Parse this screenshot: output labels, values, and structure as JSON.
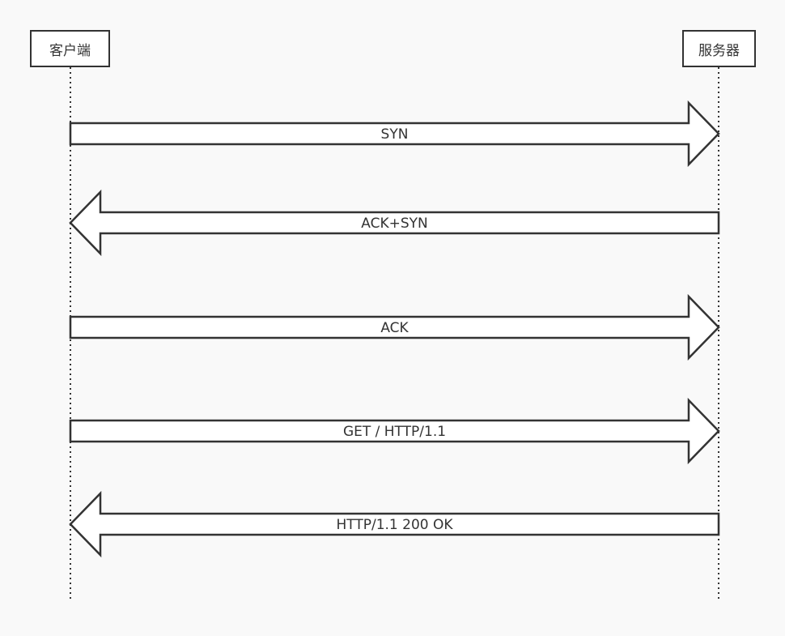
{
  "participants": {
    "client": "客户端",
    "server": "服务器"
  },
  "messages": [
    {
      "label": "SYN",
      "direction": "right"
    },
    {
      "label": "ACK+SYN",
      "direction": "left"
    },
    {
      "label": "ACK",
      "direction": "right"
    },
    {
      "label": "GET / HTTP/1.1",
      "direction": "right"
    },
    {
      "label": "HTTP/1.1 200 OK",
      "direction": "left"
    }
  ],
  "colors": {
    "stroke": "#333333",
    "fill": "#ffffff",
    "background": "#f9f9f9"
  }
}
